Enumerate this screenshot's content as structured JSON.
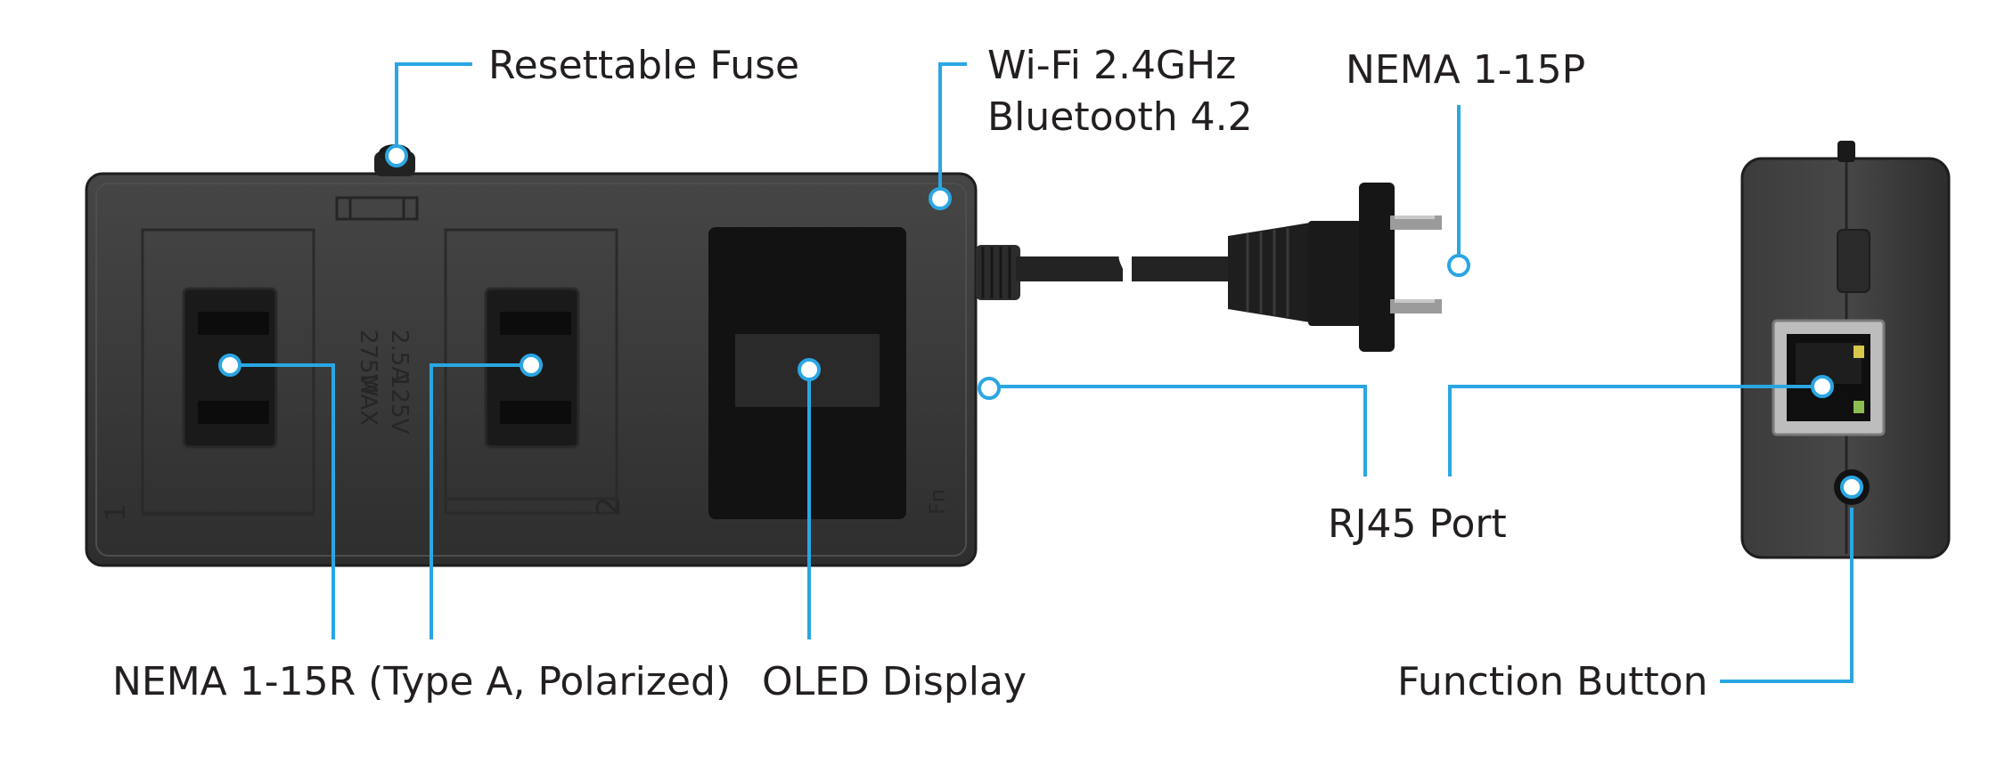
{
  "labels": {
    "resettable_fuse": "Resettable Fuse",
    "wifi": "Wi-Fi 2.4GHz",
    "bluetooth": "Bluetooth 4.2",
    "plug": "NEMA 1-15P",
    "rj45": "RJ45 Port",
    "outlets": "NEMA 1-15R (Type A, Polarized)",
    "oled": "OLED Display",
    "function_button": "Function Button"
  },
  "device_markings": {
    "max": "MAX",
    "voltage": "125V",
    "watts": "275W",
    "amps": "2.5A",
    "outlet_1": "1",
    "outlet_2": "2",
    "fn": "Fn"
  },
  "colors": {
    "callout": "#2aa6e3",
    "device_body": "#3a3a3a",
    "text": "#231f20"
  }
}
